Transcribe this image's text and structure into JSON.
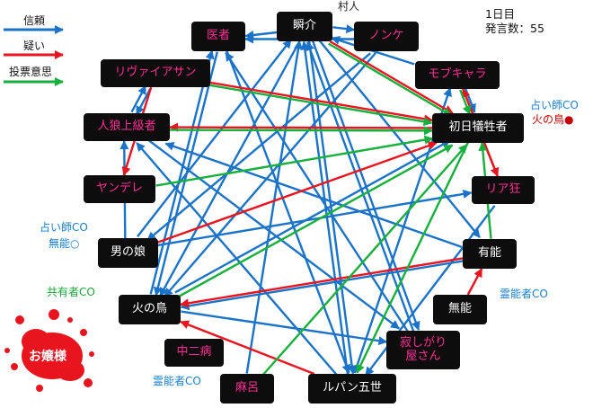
{
  "info": {
    "day": "1日目",
    "remarks": "発言数：55"
  },
  "legend": [
    {
      "id": "trust",
      "label": "信頼",
      "color": "#1a73c8"
    },
    {
      "id": "doubt",
      "label": "疑い",
      "color": "#e8141e"
    },
    {
      "id": "vote",
      "label": "投票意思",
      "color": "#17b03c"
    }
  ],
  "nodes": {
    "shunsuke": {
      "label": "瞬介",
      "color": "white"
    },
    "isha": {
      "label": "医者",
      "color": "pink"
    },
    "nonke": {
      "label": "ノンケ",
      "color": "pink"
    },
    "rivaia": {
      "label": "リヴァイアサン",
      "color": "pink"
    },
    "mobu": {
      "label": "モブキャラ",
      "color": "pink"
    },
    "jinrou": {
      "label": "人狼上級者",
      "color": "pink"
    },
    "shonichi": {
      "label": "初日犠牲者",
      "color": "white"
    },
    "yandere": {
      "label": "ヤンデレ",
      "color": "pink"
    },
    "riakyo": {
      "label": "リア狂",
      "color": "pink"
    },
    "otoko": {
      "label": "男の娘",
      "color": "white"
    },
    "yuunou": {
      "label": "有能",
      "color": "white"
    },
    "hinotori": {
      "label": "火の鳥",
      "color": "white"
    },
    "munou": {
      "label": "無能",
      "color": "white"
    },
    "chuuni": {
      "label": "中二病",
      "color": "pink"
    },
    "sabishi_1": {
      "label": "寂しがり",
      "color": "pink"
    },
    "sabishi_2": {
      "label": "屋さん",
      "color": "pink"
    },
    "mahjong": {
      "label": "麻呂",
      "color": "pink"
    },
    "lupin": {
      "label": "ルパン五世",
      "color": "white"
    }
  },
  "notes": {
    "murabito": "村人",
    "mobu_co": "占い師CO",
    "mobu_res": "火の鳥●",
    "otoko_co": "占い師CO",
    "otoko_res": "無能○",
    "kyouyuu": "共有者CO",
    "munou_co": "霊能者CO",
    "chuuni_co": "霊能者CO"
  },
  "badge": {
    "label": "お嬢様",
    "color": "#e8141e"
  },
  "edges": [
    {
      "type": "trust",
      "from": "shunsuke",
      "to": "isha"
    },
    {
      "type": "trust",
      "from": "shunsuke",
      "to": "nonke"
    },
    {
      "type": "trust",
      "from": "nonke",
      "to": "isha"
    },
    {
      "type": "trust",
      "from": "mobu",
      "to": "shunsuke"
    },
    {
      "type": "trust",
      "from": "mobu",
      "to": "shonichi"
    },
    {
      "type": "trust",
      "from": "shunsuke",
      "to": "hinotori"
    },
    {
      "type": "trust",
      "from": "shunsuke",
      "to": "sabishi_1"
    },
    {
      "type": "trust",
      "from": "shunsuke",
      "to": "lupin"
    },
    {
      "type": "trust",
      "from": "shunsuke",
      "to": "yuunou"
    },
    {
      "type": "trust",
      "from": "isha",
      "to": "hinotori"
    },
    {
      "type": "trust",
      "from": "isha",
      "to": "lupin"
    },
    {
      "type": "trust",
      "from": "nonke",
      "to": "hinotori"
    },
    {
      "type": "trust",
      "from": "nonke",
      "to": "otoko"
    },
    {
      "type": "trust",
      "from": "rivaia",
      "to": "jinrou"
    },
    {
      "type": "trust",
      "from": "jinrou",
      "to": "rivaia"
    },
    {
      "type": "trust",
      "from": "jinrou",
      "to": "sabishi_1"
    },
    {
      "type": "trust",
      "from": "otoko",
      "to": "jinrou"
    },
    {
      "type": "trust",
      "from": "otoko",
      "to": "shunsuke"
    },
    {
      "type": "trust",
      "from": "otoko",
      "to": "riakyo"
    },
    {
      "type": "trust",
      "from": "hinotori",
      "to": "isha"
    },
    {
      "type": "trust",
      "from": "hinotori",
      "to": "shonichi"
    },
    {
      "type": "trust",
      "from": "hinotori",
      "to": "sabishi_1"
    },
    {
      "type": "trust",
      "from": "yuunou",
      "to": "jinrou"
    },
    {
      "type": "trust",
      "from": "yuunou",
      "to": "hinotori"
    },
    {
      "type": "trust",
      "from": "sabishi_1",
      "to": "shunsuke"
    },
    {
      "type": "trust",
      "from": "sabishi_1",
      "to": "isha"
    },
    {
      "type": "trust",
      "from": "lupin",
      "to": "shunsuke"
    },
    {
      "type": "trust",
      "from": "lupin",
      "to": "mobu"
    },
    {
      "type": "trust",
      "from": "lupin",
      "to": "jinrou"
    },
    {
      "type": "trust",
      "from": "riakyo",
      "to": "lupin"
    },
    {
      "type": "trust",
      "from": "mahjong",
      "to": "shunsuke"
    },
    {
      "type": "doubt",
      "from": "shunsuke",
      "to": "shonichi"
    },
    {
      "type": "doubt",
      "from": "rivaia",
      "to": "yandere"
    },
    {
      "type": "doubt",
      "from": "rivaia",
      "to": "shonichi"
    },
    {
      "type": "doubt",
      "from": "riakyo",
      "to": "mobu"
    },
    {
      "type": "doubt",
      "from": "mobu",
      "to": "riakyo"
    },
    {
      "type": "doubt",
      "from": "otoko",
      "to": "shonichi"
    },
    {
      "type": "doubt",
      "from": "shonichi",
      "to": "jinrou"
    },
    {
      "type": "doubt",
      "from": "yuunou",
      "to": "hinotori"
    },
    {
      "type": "doubt",
      "from": "lupin",
      "to": "hinotori"
    },
    {
      "type": "doubt",
      "from": "munou",
      "to": "yuunou"
    },
    {
      "type": "vote",
      "from": "shunsuke",
      "to": "shonichi"
    },
    {
      "type": "vote",
      "from": "rivaia",
      "to": "shonichi"
    },
    {
      "type": "vote",
      "from": "jinrou",
      "to": "shonichi"
    },
    {
      "type": "vote",
      "from": "yandere",
      "to": "shonichi"
    },
    {
      "type": "vote",
      "from": "hinotori",
      "to": "shonichi"
    },
    {
      "type": "vote",
      "from": "yuunou",
      "to": "shonichi"
    },
    {
      "type": "vote",
      "from": "mahjong",
      "to": "shonichi"
    },
    {
      "type": "vote",
      "from": "shonichi",
      "to": "lupin"
    },
    {
      "type": "vote",
      "from": "mobu",
      "to": "shonichi"
    }
  ]
}
